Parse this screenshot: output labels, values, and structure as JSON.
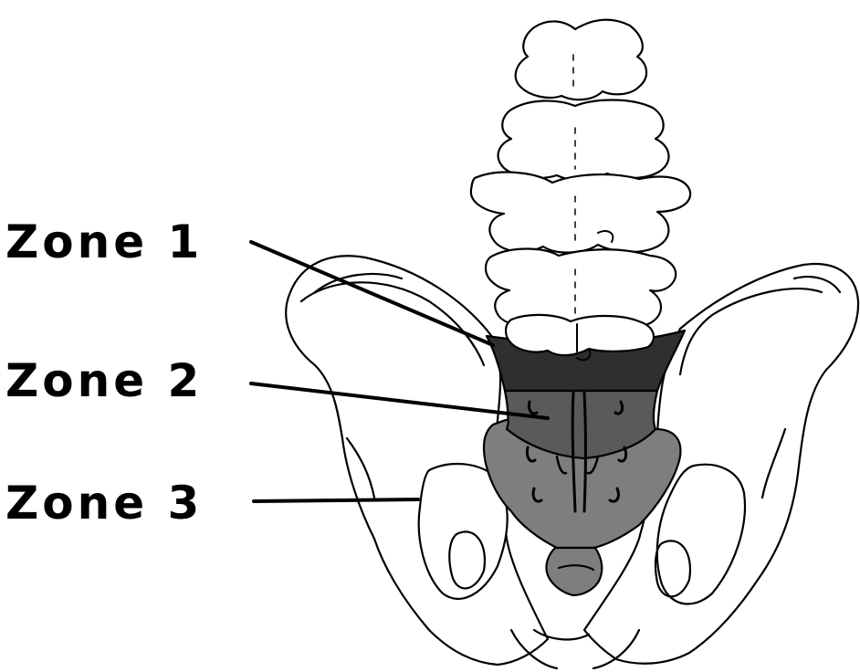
{
  "labels": {
    "zone1": "Zone 1",
    "zone2": "Zone 2",
    "zone3": "Zone 3"
  },
  "colors": {
    "zone1_fill": "#2f2f2f",
    "zone2_fill": "#5a5a5a",
    "zone3_fill": "#7e7e7e",
    "bone_fill": "#ffffff",
    "outline": "#000000"
  }
}
